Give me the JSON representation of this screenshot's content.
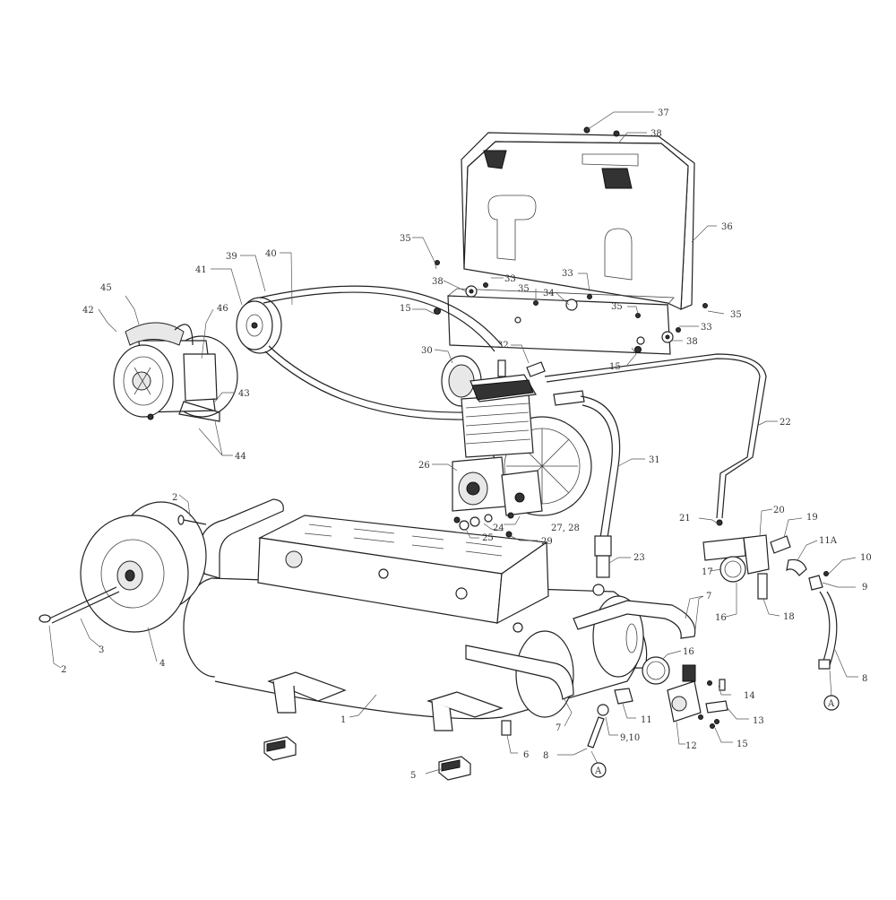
{
  "callouts": {
    "c1": "1",
    "c2a": "2",
    "c2b": "2",
    "c3": "3",
    "c4": "4",
    "c5": "5",
    "c6": "6",
    "c7a": "7",
    "c7b": "7",
    "c8a": "8",
    "c8b": "8",
    "c9": "9",
    "c910": "9,10",
    "c10": "10",
    "c11": "11",
    "c11a": "11A",
    "c12": "12",
    "c13": "13",
    "c14": "14",
    "c15a": "15",
    "c15b": "15",
    "c15c": "15",
    "c16a": "16",
    "c16b": "16",
    "c17": "17",
    "c18": "18",
    "c19": "19",
    "c20": "20",
    "c21": "21",
    "c22": "22",
    "c23": "23",
    "c24": "24",
    "c25": "25",
    "c26": "26",
    "c2728": "27, 28",
    "c29": "29",
    "c30": "30",
    "c31": "31",
    "c32": "32",
    "c33a": "33",
    "c33b": "33",
    "c33c": "33",
    "c34": "34",
    "c35a": "35",
    "c35b": "35",
    "c35c": "35",
    "c35d": "35",
    "c36": "36",
    "c37": "37",
    "c38a": "38",
    "c38b": "38",
    "c38c": "38",
    "c39": "39",
    "c40": "40",
    "c41": "41",
    "c42": "42",
    "c43": "43",
    "c44": "44",
    "c45": "45",
    "c46": "46",
    "refA1": "A",
    "refA2": "A"
  }
}
